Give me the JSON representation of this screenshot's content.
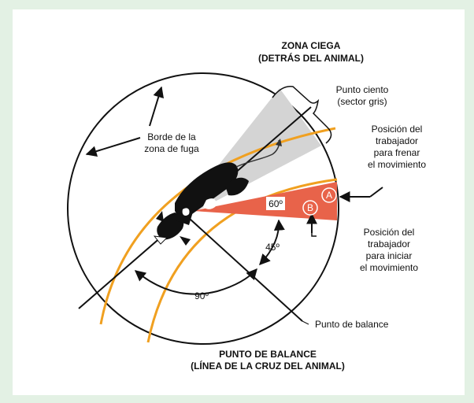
{
  "diagram": {
    "title_top": [
      "ZONA CIEGA",
      "(DETRÁS DEL ANIMAL)"
    ],
    "title_bottom": [
      "PUNTO DE BALANCE",
      "(LÍNEA DE LA CRUZ DEL ANIMAL)"
    ],
    "label_blind_point": [
      "Punto ciento",
      "(sector gris)"
    ],
    "label_flight_zone": [
      "Borde de la",
      "zona de fuga"
    ],
    "label_stop": [
      "Posición del",
      "trabajador",
      "para frenar",
      "el movimiento"
    ],
    "label_start": [
      "Posición del",
      "trabajador",
      "para iniciar",
      "el movimiento"
    ],
    "label_balance_point": "Punto de balance",
    "angle_60": "60º",
    "angle_45": "45º",
    "angle_90": "90º",
    "marker_a": "A",
    "marker_b": "B",
    "colors": {
      "background": "#e3f1e4",
      "orange_arc": "#f0a020",
      "red_sector": "#e8634a",
      "gray_sector": "#d4d4d4",
      "line": "#111111"
    }
  }
}
